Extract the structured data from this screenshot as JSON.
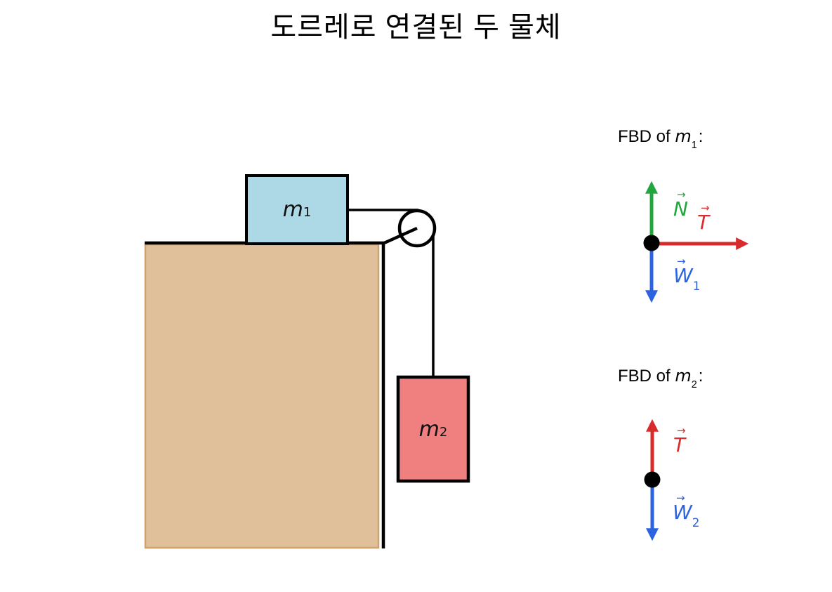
{
  "title": "도르레로 연결된 두 물체",
  "icons": {
    "vector_arrow": "→"
  },
  "colors": {
    "table_fill": "#DFC09B",
    "table_edge": "#CDA26F",
    "m1_fill": "#ADD8E6",
    "m2_fill": "#F08080",
    "outline": "#000000",
    "normal": "#20A63C",
    "tension": "#D82C2C",
    "weight": "#2B63E1"
  },
  "scene": {
    "m1_label": {
      "symbol": "m",
      "sub": "1"
    },
    "m2_label": {
      "symbol": "m",
      "sub": "2"
    }
  },
  "fbd1": {
    "heading": {
      "prefix": "FBD of ",
      "symbol": "m",
      "sub": "1",
      "colon": ":"
    },
    "normal": {
      "label": "N"
    },
    "tension": {
      "label": "T"
    },
    "weight": {
      "label": "W",
      "sub": "1"
    }
  },
  "fbd2": {
    "heading": {
      "prefix": "FBD of ",
      "symbol": "m",
      "sub": "2",
      "colon": ":"
    },
    "tension": {
      "label": "T"
    },
    "weight": {
      "label": "W",
      "sub": "2"
    }
  }
}
